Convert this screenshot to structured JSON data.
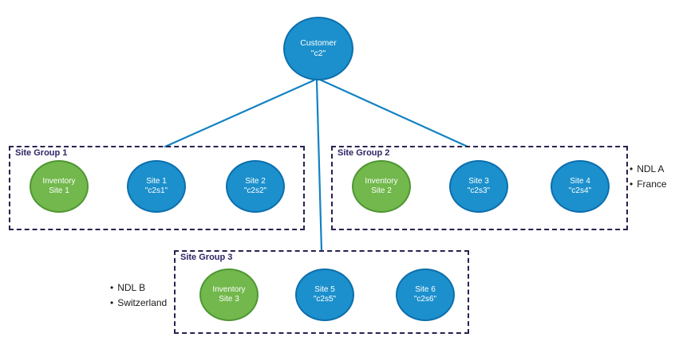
{
  "diagram": {
    "bullet_char": "•",
    "root": {
      "line1": "Customer",
      "line2": "\"c2\""
    },
    "groups": [
      {
        "label": "Site Group 1",
        "nodes": [
          {
            "type": "inventory",
            "line1": "Inventory",
            "line2": "Site 1"
          },
          {
            "type": "site",
            "line1": "Site 1",
            "line2": "\"c2s1\""
          },
          {
            "type": "site",
            "line1": "Site 2",
            "line2": "\"c2s2\""
          }
        ]
      },
      {
        "label": "Site Group 2",
        "nodes": [
          {
            "type": "inventory",
            "line1": "Inventory",
            "line2": "Site 2"
          },
          {
            "type": "site",
            "line1": "Site 3",
            "line2": "\"c2s3\""
          },
          {
            "type": "site",
            "line1": "Site 4",
            "line2": "\"c2s4\""
          }
        ]
      },
      {
        "label": "Site Group 3",
        "nodes": [
          {
            "type": "inventory",
            "line1": "Inventory",
            "line2": "Site 3"
          },
          {
            "type": "site",
            "line1": "Site 5",
            "line2": "\"c2s5\""
          },
          {
            "type": "site",
            "line1": "Site 6",
            "line2": "\"c2s6\""
          }
        ]
      }
    ],
    "annotations": [
      {
        "position": "right-of-site-group-2",
        "items": [
          "NDL A",
          "France"
        ]
      },
      {
        "position": "left-of-site-group-3",
        "items": [
          "NDL B",
          "Switzerland"
        ]
      }
    ],
    "colors": {
      "background": "#ffffff",
      "site_fill": "#1c90cc",
      "site_border": "#0d6fad",
      "inventory_fill": "#72b84c",
      "inventory_border": "#4f9733",
      "group_border": "#2a2150",
      "group_label": "#2d2666",
      "connector": "#1282c2",
      "annotation_text": "#1a1a1a"
    }
  }
}
